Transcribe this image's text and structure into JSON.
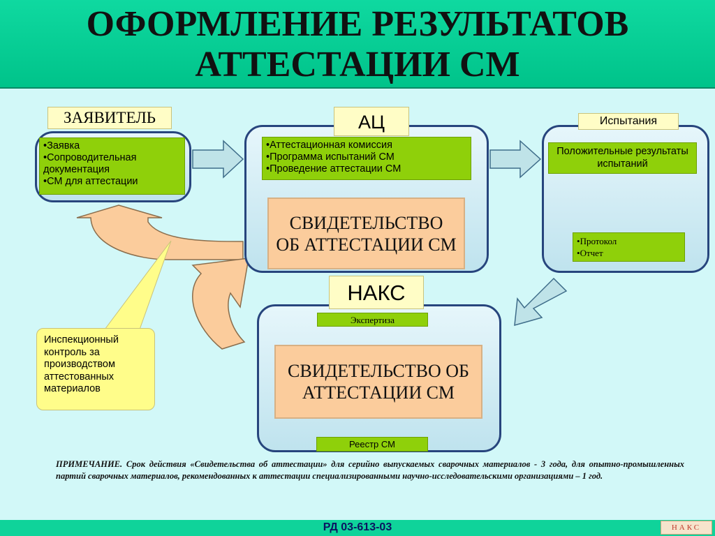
{
  "title_line1": "ОФОРМЛЕНИЕ РЕЗУЛЬТАТОВ",
  "title_line2": "АТТЕСТАЦИИ СМ",
  "applicant": {
    "label": "ЗАЯВИТЕЛЬ",
    "items": [
      "Заявка",
      "Сопроводительная документация",
      "СМ для аттестации"
    ]
  },
  "ac": {
    "label": "АЦ",
    "items": [
      "Аттестационная комиссия",
      "Программа испытаний СМ",
      "Проведение аттестации СМ"
    ],
    "certificate": "СВИДЕТЕЛЬСТВО ОБ АТТЕСТАЦИИ СМ"
  },
  "tests": {
    "label": "Испытания",
    "positive": "Положительные результаты испытаний",
    "items": [
      "Протокол",
      "Отчет"
    ]
  },
  "naks": {
    "label": "НАКС",
    "expertise": "Экспертиза",
    "certificate": "СВИДЕТЕЛЬСТВО ОБ АТТЕСТАЦИИ СМ",
    "registry": "Реестр СМ"
  },
  "inspection_callout": "Инспекционный контроль за производством аттестованных материалов",
  "note": "ПРИМЕЧАНИЕ.   Срок действия «Свидетельства об аттестации» для серийно выпускаемых сварочных материалов - 3 года,  для опытно-промышленных партий сварочных материалов, рекомендованных к аттестации специализированными  научно-исследовательскими организациями – 1 год.",
  "footer": "РД 03-613-03",
  "logo_text": "НАКС",
  "colors": {
    "header": "#00c38a",
    "background": "#d2f8f8",
    "green_box": "#8fd00a",
    "peach_box": "#fbcc9c",
    "label_box": "#fffdc6",
    "panel_border": "#27457d",
    "arrow_fill": "#bfe3e8"
  }
}
